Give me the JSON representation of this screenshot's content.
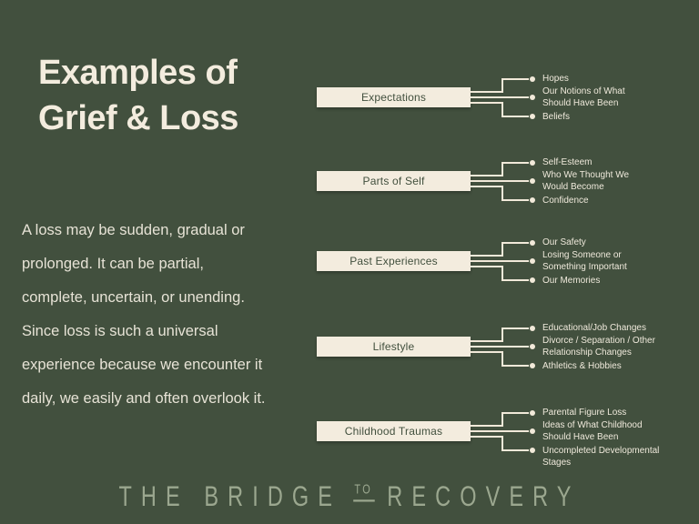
{
  "page": {
    "background_color": "#42503E",
    "accent_color": "#F3ECDE",
    "logo_color": "#9BA78F",
    "title": "Examples of\nGrief & Loss",
    "intro": "A loss may be sudden, gradual or\nprolonged. It can be partial,\ncomplete, uncertain, or unending.\nSince loss is such a universal\nexperience because we encounter it\ndaily, we easily and often overlook it."
  },
  "sections": [
    {
      "label": "Expectations",
      "items": [
        "Hopes",
        "Our Notions of What\nShould Have Been",
        "Beliefs"
      ]
    },
    {
      "label": "Parts of Self",
      "items": [
        "Self-Esteem",
        "Who We Thought We\nWould Become",
        "Confidence"
      ]
    },
    {
      "label": "Past Experiences",
      "items": [
        "Our Safety",
        "Losing Someone or\nSomething Important",
        "Our Memories"
      ]
    },
    {
      "label": "Lifestyle",
      "items": [
        "Educational/Job Changes",
        "Divorce / Separation / Other\nRelationship Changes",
        "Athletics & Hobbies"
      ]
    },
    {
      "label": "Childhood Traumas",
      "items": [
        "Parental Figure Loss",
        "Ideas of What Childhood\nShould Have Been",
        "Uncompleted Developmental\nStages"
      ]
    }
  ],
  "footer": {
    "logo_part1": "THE BRIDGE",
    "logo_part2": "TO",
    "logo_part3": "RECOVERY"
  }
}
